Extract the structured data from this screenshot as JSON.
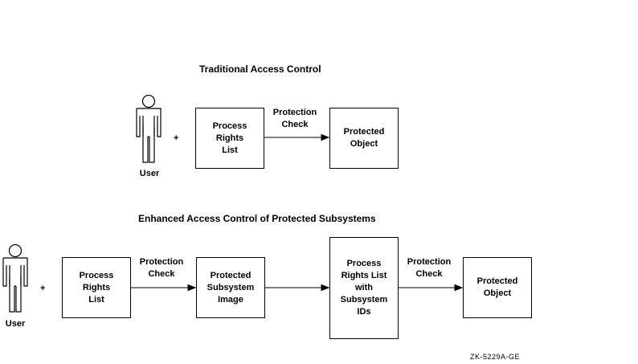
{
  "traditional": {
    "title": "Traditional Access Control",
    "user_label": "User",
    "plus": "+",
    "rights_box": "Process\nRights\nList",
    "check_label": "Protection\nCheck",
    "object_box": "Protected\nObject"
  },
  "enhanced": {
    "title": "Enhanced Access Control of Protected Subsystems",
    "user_label": "User",
    "plus": "+",
    "rights_box": "Process\nRights\nList",
    "check_label_1": "Protection\nCheck",
    "subsystem_box": "Protected\nSubsystem\nImage",
    "rights_ids_box": "Process\nRights List\nwith\nSubsystem\nIDs",
    "check_label_2": "Protection\nCheck",
    "object_box": "Protected\nObject"
  },
  "figure_ref": "ZK-5229A-GE"
}
